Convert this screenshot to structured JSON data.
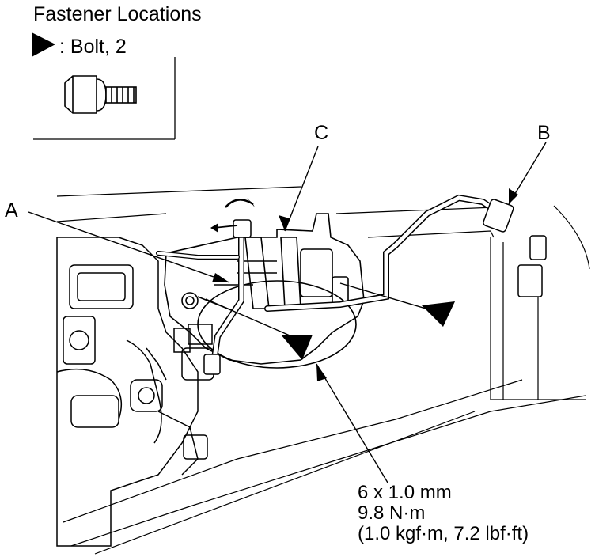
{
  "inset": {
    "title": "Fastener Locations",
    "legend_text": ": Bolt, 2",
    "legend_icon": "solid-triangle-marker-icon",
    "bolt_icon": "flange-bolt-icon"
  },
  "callouts": {
    "a": "A",
    "b": "B",
    "c": "C"
  },
  "torque_spec": {
    "size": "6 x 1.0 mm",
    "torque_nm": "9.8 N·m",
    "torque_alt": "(1.0 kgf·m, 7.2 lbf·ft)"
  },
  "colors": {
    "line": "#000000",
    "background": "#ffffff"
  }
}
